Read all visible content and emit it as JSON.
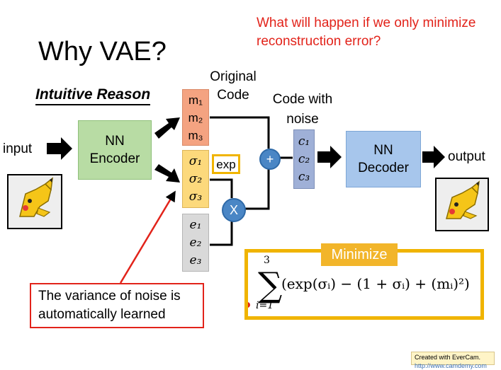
{
  "title": "Why VAE?",
  "question": "What will happen if we only minimize reconstruction error?",
  "subtitle": "Intuitive Reason",
  "labels": {
    "input": "input",
    "output": "output",
    "original_code": "Original Code",
    "code_with_noise": "Code with noise"
  },
  "encoder": {
    "line1": "NN",
    "line2": "Encoder"
  },
  "decoder": {
    "line1": "NN",
    "line2": "Decoder"
  },
  "m": [
    "m₁",
    "m₂",
    "m₃"
  ],
  "sigma": [
    "σ₁",
    "σ₂",
    "σ₃"
  ],
  "e": [
    "e₁",
    "e₂",
    "e₃"
  ],
  "c": [
    "c₁",
    "c₂",
    "c₃"
  ],
  "exp_label": "exp",
  "plus": "+",
  "times": "X",
  "minimize": {
    "tag": "Minimize",
    "upper": "3",
    "lower": "i=1",
    "sigma_symbol": "∑",
    "expression": "(exp(σᵢ) − (1 + σᵢ) + (mᵢ)²)"
  },
  "note": "The variance of noise is automatically learned",
  "footer": {
    "line1": "Created with EverCam.",
    "line2": "http://www.camdemy.com"
  },
  "colors": {
    "accent_red": "#e2231a",
    "encoder_green": "#b8dca4",
    "decoder_blue": "#a7c6ec",
    "m_orange": "#f4a381",
    "sigma_yellow": "#fcd97c",
    "e_gray": "#d9d9d9",
    "c_blue": "#9fb0d7",
    "minimize_gold": "#f0b400"
  }
}
